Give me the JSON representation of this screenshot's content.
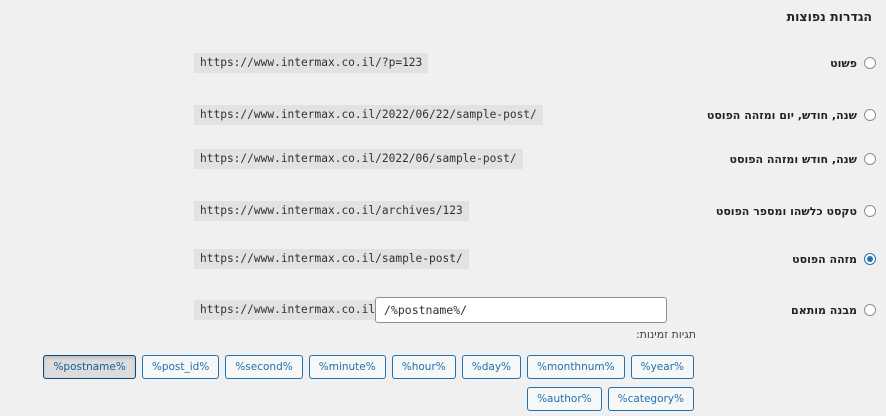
{
  "section_title": "הגדרות נפוצות",
  "options": [
    {
      "label": "פשוט",
      "sample": "https://www.intermax.co.il/?p=123",
      "checked": false
    },
    {
      "label": "שנה, חודש, יום ומזהה הפוסט",
      "sample": "https://www.intermax.co.il/2022/06/22/sample-post/",
      "checked": false
    },
    {
      "label": "שנה, חודש ומזהה הפוסט",
      "sample": "https://www.intermax.co.il/2022/06/sample-post/",
      "checked": false
    },
    {
      "label": "טקסט כלשהו ומספר הפוסט",
      "sample": "https://www.intermax.co.il/archives/123",
      "checked": false
    },
    {
      "label": "מזהה הפוסט",
      "sample": "https://www.intermax.co.il/sample-post/",
      "checked": true
    }
  ],
  "custom": {
    "label": "מבנה מותאם",
    "prefix": "https://www.intermax.co.il",
    "value": "/%postname%/",
    "checked": false
  },
  "tags_label": "תגיות זמינות:",
  "tags": [
    {
      "label": "%year%",
      "active": false
    },
    {
      "label": "%monthnum%",
      "active": false
    },
    {
      "label": "%day%",
      "active": false
    },
    {
      "label": "%hour%",
      "active": false
    },
    {
      "label": "%minute%",
      "active": false
    },
    {
      "label": "%second%",
      "active": false
    },
    {
      "label": "%post_id%",
      "active": false
    },
    {
      "label": "%postname%",
      "active": true
    },
    {
      "label": "%category%",
      "active": false
    },
    {
      "label": "%author%",
      "active": false
    }
  ],
  "colors": {
    "accent": "#2271b1",
    "code_bg": "#e2e2e2",
    "page_bg": "#f0f0f1"
  }
}
